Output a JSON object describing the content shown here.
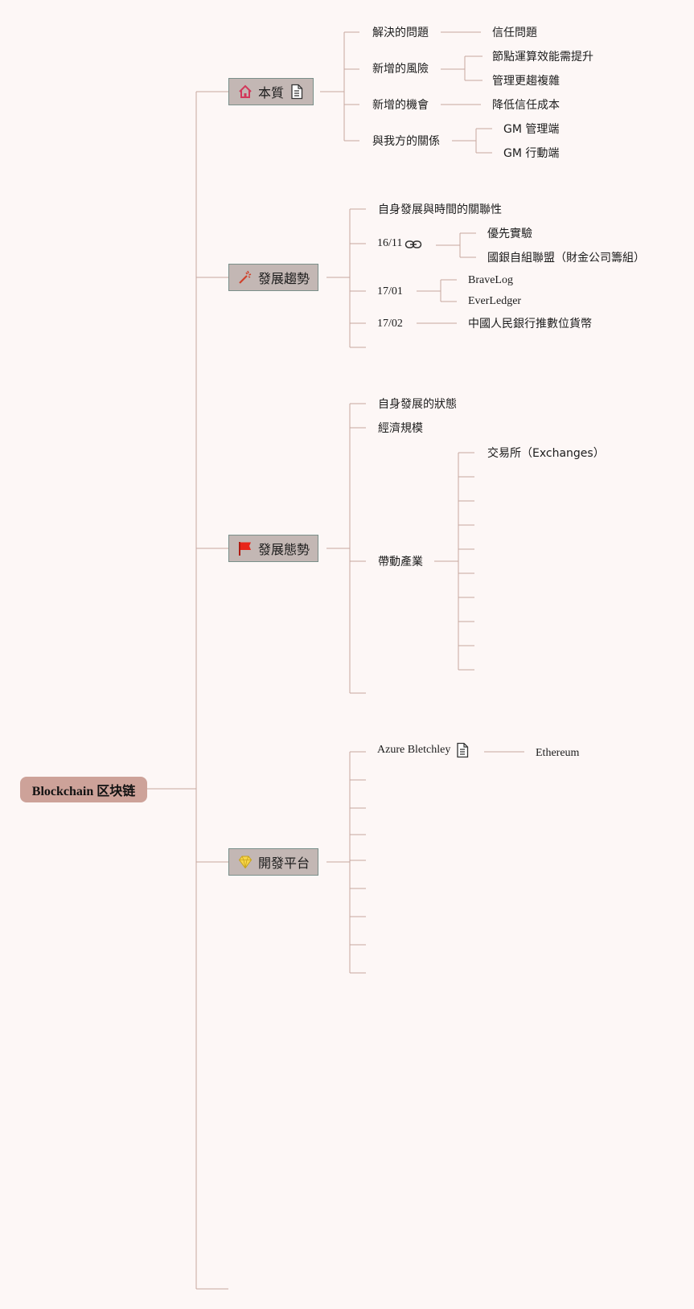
{
  "colors": {
    "background": "#fdf7f6",
    "root": "#cda299",
    "topic": "#c3b7b4",
    "line": "#c7a79f"
  },
  "root": {
    "label": "Blockchain 区块链"
  },
  "topics": [
    {
      "label": "本質",
      "icon": "home-icon",
      "extra_icon": "document-icon",
      "children": [
        {
          "label": "解決的問題",
          "children": [
            "信任問題"
          ]
        },
        {
          "label": "新增的風險",
          "children": [
            "節點運算效能需提升",
            "管理更趨複雜"
          ]
        },
        {
          "label": "新增的機會",
          "children": [
            "降低信任成本"
          ]
        },
        {
          "label": "與我方的關係",
          "children": [
            "GM 管理端",
            "GM 行動端"
          ]
        }
      ]
    },
    {
      "label": "發展趨勢",
      "icon": "magic-wand-icon",
      "children": [
        {
          "label": "自身發展與時間的關聯性",
          "children": []
        },
        {
          "label": "16/11",
          "icon": "link-icon",
          "children": [
            "優先實驗",
            "國銀自組聯盟（財金公司籌組）"
          ]
        },
        {
          "label": "17/01",
          "children": [
            "BraveLog",
            "EverLedger"
          ]
        },
        {
          "label": "17/02",
          "children": [
            "中國人民銀行推數位貨幣"
          ]
        },
        {
          "label": "",
          "children": []
        }
      ]
    },
    {
      "label": "發展態勢",
      "icon": "red-flag-icon",
      "children": [
        {
          "label": "自身發展的狀態",
          "children": []
        },
        {
          "label": "經濟規模",
          "children": []
        },
        {
          "label": "帶動產業",
          "children": [
            "交易所（Exchanges）",
            "",
            "",
            "",
            "",
            "",
            "",
            "",
            "",
            ""
          ]
        },
        {
          "label": "",
          "children": []
        }
      ]
    },
    {
      "label": "開發平台",
      "icon": "gem-icon",
      "children": [
        {
          "label": "Azure Bletchley",
          "icon": "document-icon",
          "children": [
            "Ethereum"
          ]
        },
        {
          "label": "",
          "children": []
        },
        {
          "label": "",
          "children": []
        },
        {
          "label": "",
          "children": []
        },
        {
          "label": "",
          "children": []
        },
        {
          "label": "",
          "children": []
        },
        {
          "label": "",
          "children": []
        },
        {
          "label": "",
          "children": []
        },
        {
          "label": "",
          "children": []
        }
      ]
    },
    {
      "label": "",
      "icon": "",
      "children": []
    }
  ]
}
